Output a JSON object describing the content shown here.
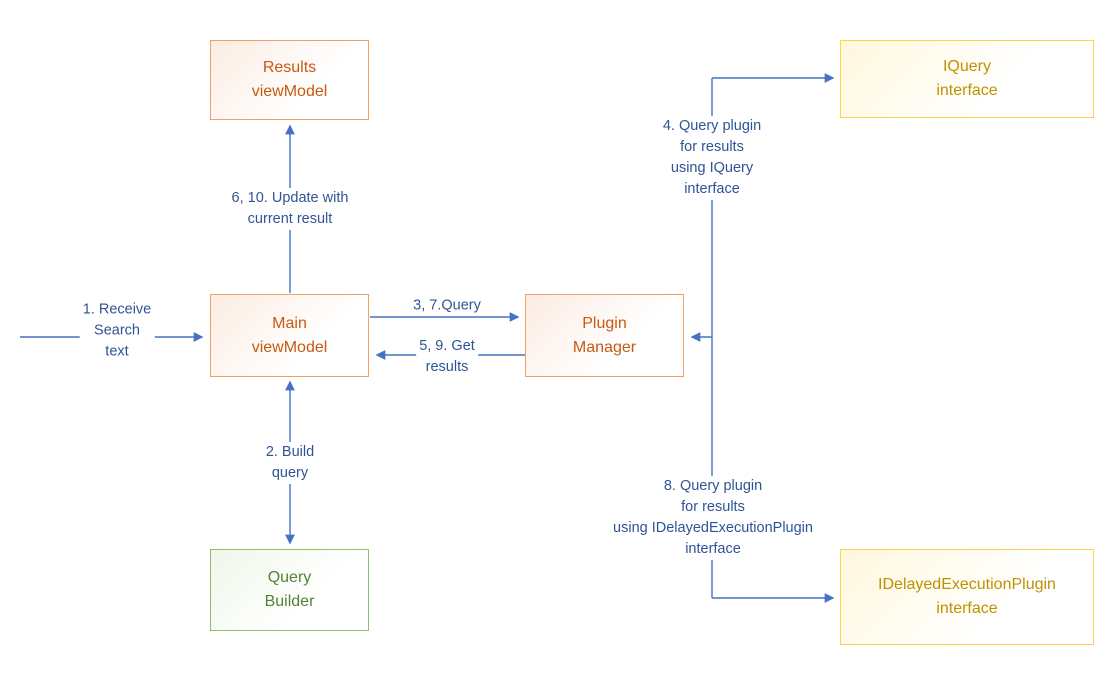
{
  "diagram": {
    "boxes": {
      "results_viewmodel": {
        "label": "Results\nviewModel"
      },
      "iquery_interface": {
        "label": "IQuery\ninterface"
      },
      "main_viewmodel": {
        "label": "Main\nviewModel"
      },
      "plugin_manager": {
        "label": "Plugin\nManager"
      },
      "query_builder": {
        "label": "Query\nBuilder"
      },
      "idelayedexecutionplugin_interface": {
        "label": "IDelayedExecutionPlugin\ninterface"
      }
    },
    "arrow_labels": {
      "receive_search_text": "1. Receive\nSearch\ntext",
      "update_with_current_result": "6, 10. Update with\ncurrent result",
      "query": "3, 7.Query",
      "get_results": "5, 9. Get\nresults",
      "build_query": "2. Build\nquery",
      "query_plugin_iquery": "4. Query plugin\nfor results\nusing IQuery\ninterface",
      "query_plugin_idelayed": "8. Query plugin\nfor results\nusing IDelayedExecutionPlugin\ninterface"
    }
  },
  "colors": {
    "arrow": "#4472C4",
    "label_text": "#2F5496",
    "orange_text": "#C55A11",
    "orange_border": "#F0A060",
    "gold_text": "#BF9000",
    "gold_border": "#FFD24C",
    "green_text": "#538135",
    "green_border": "#8FC068"
  }
}
